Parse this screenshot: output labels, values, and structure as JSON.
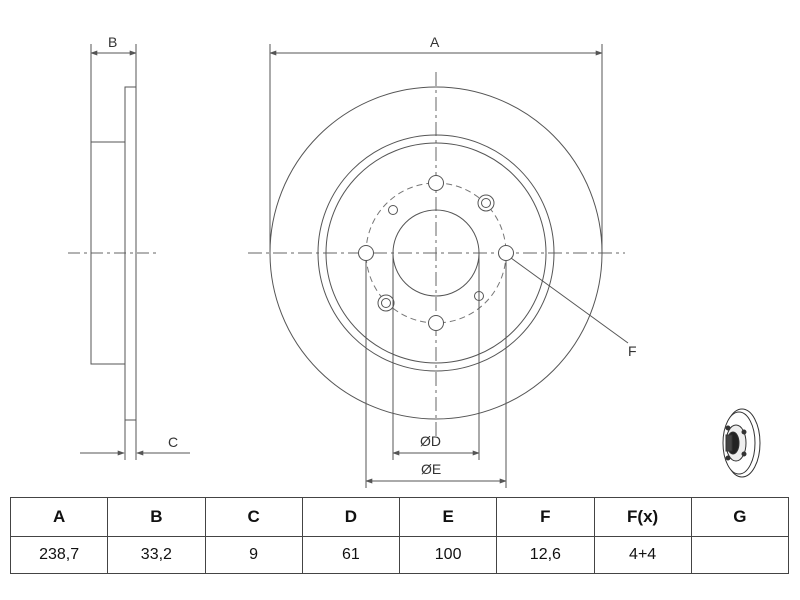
{
  "labels": {
    "a": "A",
    "b": "B",
    "c": "C",
    "f": "F",
    "od": "ØD",
    "oe": "ØE"
  },
  "table": {
    "headers": [
      "A",
      "B",
      "C",
      "D",
      "E",
      "F",
      "F(x)",
      "G"
    ],
    "values": [
      "238,7",
      "33,2",
      "9",
      "61",
      "100",
      "12,6",
      "4+4",
      ""
    ]
  },
  "colors": {
    "line": "#555555",
    "dash": "#666666",
    "text": "#333333"
  }
}
